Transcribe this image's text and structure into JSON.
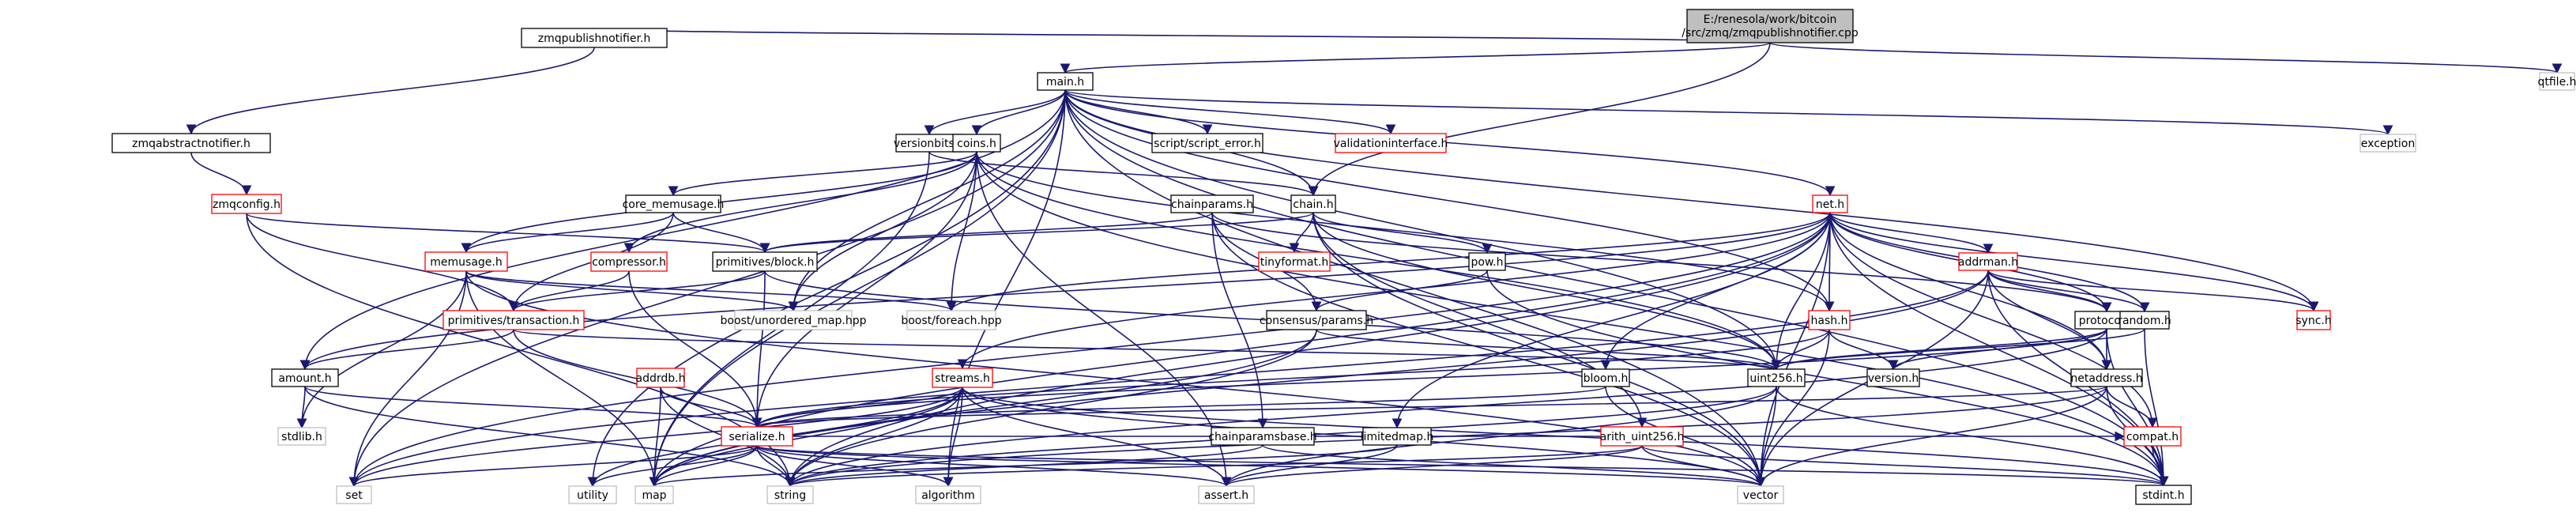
{
  "colors": {
    "edge": "#191970",
    "node_border": "#000000",
    "missing_border": "#bfbfbf",
    "undocumented_border": "#ff0000",
    "root_fill": "#bfbfbf",
    "text": "#000000"
  },
  "nodes": [
    {
      "id": "root",
      "label": "E:/renesola/work/bitcoin/src/zmq/zmqpublishnotifier.cpp",
      "style": "root"
    },
    {
      "id": "zmqpub",
      "label": "zmqpublishnotifier.h",
      "style": "normal"
    },
    {
      "id": "main",
      "label": "main.h",
      "style": "normal"
    },
    {
      "id": "qtfile",
      "label": "qtfile.h",
      "style": "missing"
    },
    {
      "id": "zmqabs",
      "label": "zmqabstractnotifier.h",
      "style": "normal"
    },
    {
      "id": "versionbits",
      "label": "versionbits.h",
      "style": "normal"
    },
    {
      "id": "coins",
      "label": "coins.h",
      "style": "normal"
    },
    {
      "id": "scripterror",
      "label": "script/script_error.h",
      "style": "normal"
    },
    {
      "id": "validation",
      "label": "validationinterface.h",
      "style": "undocumented"
    },
    {
      "id": "exception",
      "label": "exception",
      "style": "missing"
    },
    {
      "id": "zmqconfig",
      "label": "zmqconfig.h",
      "style": "undocumented"
    },
    {
      "id": "chainparams",
      "label": "chainparams.h",
      "style": "normal"
    },
    {
      "id": "chain",
      "label": "chain.h",
      "style": "normal"
    },
    {
      "id": "net",
      "label": "net.h",
      "style": "undocumented"
    },
    {
      "id": "corememusage",
      "label": "core_memusage.h",
      "style": "normal"
    },
    {
      "id": "tinyformat",
      "label": "tinyformat.h",
      "style": "undocumented"
    },
    {
      "id": "memusage",
      "label": "memusage.h",
      "style": "undocumented"
    },
    {
      "id": "compressor",
      "label": "compressor.h",
      "style": "undocumented"
    },
    {
      "id": "primblock",
      "label": "primitives/block.h",
      "style": "normal"
    },
    {
      "id": "pow",
      "label": "pow.h",
      "style": "normal"
    },
    {
      "id": "addrman",
      "label": "addrman.h",
      "style": "undocumented"
    },
    {
      "id": "primtx",
      "label": "primitives/transaction.h",
      "style": "undocumented"
    },
    {
      "id": "unorderedmap",
      "label": "boost/unordered_map.hpp",
      "style": "missing"
    },
    {
      "id": "foreach",
      "label": "boost/foreach.hpp",
      "style": "missing"
    },
    {
      "id": "consparams",
      "label": "consensus/params.h",
      "style": "normal"
    },
    {
      "id": "hash",
      "label": "hash.h",
      "style": "undocumented"
    },
    {
      "id": "protocol",
      "label": "protocol.h",
      "style": "normal"
    },
    {
      "id": "random",
      "label": "random.h",
      "style": "normal"
    },
    {
      "id": "sync",
      "label": "sync.h",
      "style": "undocumented"
    },
    {
      "id": "amount",
      "label": "amount.h",
      "style": "normal"
    },
    {
      "id": "addrdb",
      "label": "addrdb.h",
      "style": "undocumented"
    },
    {
      "id": "streams",
      "label": "streams.h",
      "style": "undocumented"
    },
    {
      "id": "bloom",
      "label": "bloom.h",
      "style": "normal"
    },
    {
      "id": "uint256",
      "label": "uint256.h",
      "style": "normal"
    },
    {
      "id": "version",
      "label": "version.h",
      "style": "normal"
    },
    {
      "id": "netaddress",
      "label": "netaddress.h",
      "style": "normal"
    },
    {
      "id": "stdlib",
      "label": "stdlib.h",
      "style": "missing"
    },
    {
      "id": "serialize",
      "label": "serialize.h",
      "style": "undocumented"
    },
    {
      "id": "chainparamsbase",
      "label": "chainparamsbase.h",
      "style": "normal"
    },
    {
      "id": "limitedmap",
      "label": "limitedmap.h",
      "style": "normal"
    },
    {
      "id": "arith",
      "label": "arith_uint256.h",
      "style": "undocumented"
    },
    {
      "id": "compat",
      "label": "compat.h",
      "style": "undocumented"
    },
    {
      "id": "set",
      "label": "set",
      "style": "missing"
    },
    {
      "id": "utility",
      "label": "utility",
      "style": "missing"
    },
    {
      "id": "map",
      "label": "map",
      "style": "missing"
    },
    {
      "id": "string",
      "label": "string",
      "style": "missing"
    },
    {
      "id": "algorithm",
      "label": "algorithm",
      "style": "missing"
    },
    {
      "id": "assert",
      "label": "assert.h",
      "style": "missing"
    },
    {
      "id": "vector",
      "label": "vector",
      "style": "missing"
    },
    {
      "id": "stdint",
      "label": "stdint.h",
      "style": "normal"
    }
  ],
  "edges": [
    [
      "root",
      "zmqpub"
    ],
    [
      "root",
      "main"
    ],
    [
      "root",
      "qtfile"
    ],
    [
      "root",
      "chain"
    ],
    [
      "zmqpub",
      "zmqabs"
    ],
    [
      "main",
      "versionbits"
    ],
    [
      "main",
      "coins"
    ],
    [
      "main",
      "scripterror"
    ],
    [
      "main",
      "validation"
    ],
    [
      "main",
      "exception"
    ],
    [
      "main",
      "chain"
    ],
    [
      "main",
      "net"
    ],
    [
      "main",
      "sync"
    ],
    [
      "main",
      "amount"
    ],
    [
      "main",
      "hash"
    ],
    [
      "main",
      "uint256"
    ],
    [
      "main",
      "set"
    ],
    [
      "main",
      "utility"
    ],
    [
      "main",
      "map"
    ],
    [
      "main",
      "algorithm"
    ],
    [
      "main",
      "vector"
    ],
    [
      "main",
      "stdint"
    ],
    [
      "main",
      "unorderedmap"
    ],
    [
      "zmqabs",
      "zmqconfig"
    ],
    [
      "zmqconfig",
      "primblock"
    ],
    [
      "zmqconfig",
      "primtx"
    ],
    [
      "zmqconfig",
      "string"
    ],
    [
      "versionbits",
      "chain"
    ],
    [
      "versionbits",
      "map"
    ],
    [
      "coins",
      "corememusage"
    ],
    [
      "coins",
      "compressor"
    ],
    [
      "coins",
      "memusage"
    ],
    [
      "coins",
      "hash"
    ],
    [
      "coins",
      "uint256"
    ],
    [
      "coins",
      "unorderedmap"
    ],
    [
      "coins",
      "foreach"
    ],
    [
      "coins",
      "serialize"
    ],
    [
      "coins",
      "assert"
    ],
    [
      "coins",
      "stdint"
    ],
    [
      "chainparams",
      "chainparamsbase"
    ],
    [
      "chainparams",
      "consparams"
    ],
    [
      "chainparams",
      "primblock"
    ],
    [
      "chainparams",
      "protocol"
    ],
    [
      "chainparams",
      "vector"
    ],
    [
      "chain",
      "primblock"
    ],
    [
      "chain",
      "pow"
    ],
    [
      "chain",
      "tinyformat"
    ],
    [
      "chain",
      "arith"
    ],
    [
      "chain",
      "uint256"
    ],
    [
      "chain",
      "vector"
    ],
    [
      "net",
      "addrman"
    ],
    [
      "net",
      "bloom"
    ],
    [
      "net",
      "compat"
    ],
    [
      "net",
      "hash"
    ],
    [
      "net",
      "limitedmap"
    ],
    [
      "net",
      "netaddress"
    ],
    [
      "net",
      "protocol"
    ],
    [
      "net",
      "random"
    ],
    [
      "net",
      "streams"
    ],
    [
      "net",
      "sync"
    ],
    [
      "net",
      "uint256"
    ],
    [
      "net",
      "amount"
    ],
    [
      "net",
      "foreach"
    ],
    [
      "net",
      "stdint"
    ],
    [
      "net",
      "vector"
    ],
    [
      "net",
      "string"
    ],
    [
      "net",
      "set"
    ],
    [
      "net",
      "map"
    ],
    [
      "corememusage",
      "memusage"
    ],
    [
      "corememusage",
      "primtx"
    ],
    [
      "corememusage",
      "primblock"
    ],
    [
      "memusage",
      "stdlib"
    ],
    [
      "memusage",
      "map"
    ],
    [
      "memusage",
      "set"
    ],
    [
      "memusage",
      "vector"
    ],
    [
      "memusage",
      "unorderedmap"
    ],
    [
      "memusage",
      "foreach"
    ],
    [
      "compressor",
      "primtx"
    ],
    [
      "compressor",
      "serialize"
    ],
    [
      "primblock",
      "primtx"
    ],
    [
      "primblock",
      "serialize"
    ],
    [
      "primblock",
      "uint256"
    ],
    [
      "pow",
      "consparams"
    ],
    [
      "pow",
      "stdint"
    ],
    [
      "addrman",
      "netaddress"
    ],
    [
      "addrman",
      "protocol"
    ],
    [
      "addrman",
      "random"
    ],
    [
      "addrman",
      "sync"
    ],
    [
      "addrman",
      "timedata"
    ],
    [
      "addrman",
      "map"
    ],
    [
      "addrman",
      "set"
    ],
    [
      "addrman",
      "stdint"
    ],
    [
      "addrman",
      "vector"
    ],
    [
      "primtx",
      "amount"
    ],
    [
      "primtx",
      "serialize"
    ],
    [
      "primtx",
      "uint256"
    ],
    [
      "primtx",
      "script"
    ],
    [
      "consparams",
      "uint256"
    ],
    [
      "consparams",
      "map"
    ],
    [
      "consparams",
      "string"
    ],
    [
      "hash",
      "uint256"
    ],
    [
      "hash",
      "serialize"
    ],
    [
      "hash",
      "version"
    ],
    [
      "hash",
      "vector"
    ],
    [
      "protocol",
      "netaddress"
    ],
    [
      "protocol",
      "serialize"
    ],
    [
      "protocol",
      "uint256"
    ],
    [
      "protocol",
      "version"
    ],
    [
      "protocol",
      "stdint"
    ],
    [
      "protocol",
      "string"
    ],
    [
      "random",
      "uint256"
    ],
    [
      "random",
      "stdint"
    ],
    [
      "amount",
      "serialize"
    ],
    [
      "amount",
      "stdlib"
    ],
    [
      "amount",
      "string"
    ],
    [
      "addrdb",
      "serialize"
    ],
    [
      "addrdb",
      "string"
    ],
    [
      "addrdb",
      "map"
    ],
    [
      "streams",
      "serialize"
    ],
    [
      "streams",
      "algorithm"
    ],
    [
      "streams",
      "assert"
    ],
    [
      "streams",
      "map"
    ],
    [
      "streams",
      "set"
    ],
    [
      "streams",
      "stdint"
    ],
    [
      "streams",
      "string"
    ],
    [
      "streams",
      "utility"
    ],
    [
      "streams",
      "vector"
    ],
    [
      "bloom",
      "serialize"
    ],
    [
      "bloom",
      "vector"
    ],
    [
      "uint256",
      "assert"
    ],
    [
      "uint256",
      "stdint"
    ],
    [
      "uint256",
      "string"
    ],
    [
      "uint256",
      "vector"
    ],
    [
      "netaddress",
      "compat"
    ],
    [
      "netaddress",
      "serialize"
    ],
    [
      "netaddress",
      "stdint"
    ],
    [
      "netaddress",
      "string"
    ],
    [
      "netaddress",
      "vector"
    ],
    [
      "serialize",
      "compat"
    ],
    [
      "serialize",
      "algorithm"
    ],
    [
      "serialize",
      "assert"
    ],
    [
      "serialize",
      "map"
    ],
    [
      "serialize",
      "set"
    ],
    [
      "serialize",
      "stdint"
    ],
    [
      "serialize",
      "string"
    ],
    [
      "serialize",
      "utility"
    ],
    [
      "serialize",
      "vector"
    ],
    [
      "chainparamsbase",
      "string"
    ],
    [
      "chainparamsbase",
      "vector"
    ],
    [
      "limitedmap",
      "assert"
    ],
    [
      "limitedmap",
      "map"
    ],
    [
      "arith",
      "assert"
    ],
    [
      "arith",
      "string"
    ],
    [
      "arith",
      "vector"
    ],
    [
      "arith",
      "stdint"
    ],
    [
      "compat",
      "stdint"
    ]
  ]
}
